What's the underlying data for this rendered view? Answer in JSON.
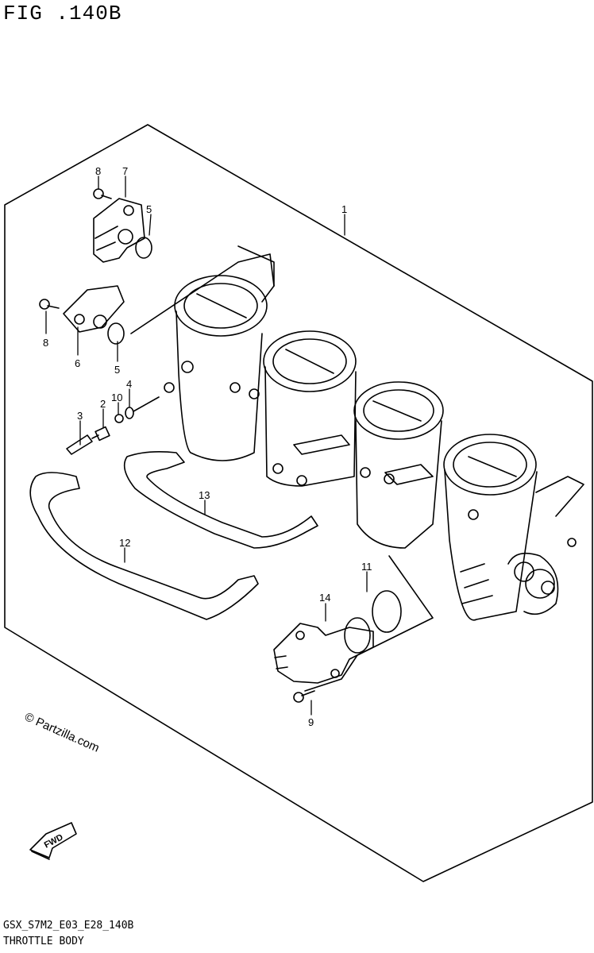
{
  "figure": {
    "title": "FIG .140B",
    "code": "GSX_S7M2_E03_E28_140B",
    "caption": "THROTTLE BODY"
  },
  "watermark": "© Partzilla.com",
  "fwd_label": "FWD",
  "callouts": [
    {
      "ref": "1"
    },
    {
      "ref": "7"
    },
    {
      "ref": "8"
    },
    {
      "ref": "5"
    },
    {
      "ref": "8"
    },
    {
      "ref": "6"
    },
    {
      "ref": "5"
    },
    {
      "ref": "4"
    },
    {
      "ref": "10"
    },
    {
      "ref": "2"
    },
    {
      "ref": "3"
    },
    {
      "ref": "13"
    },
    {
      "ref": "12"
    },
    {
      "ref": "11"
    },
    {
      "ref": "14"
    },
    {
      "ref": "9"
    }
  ]
}
